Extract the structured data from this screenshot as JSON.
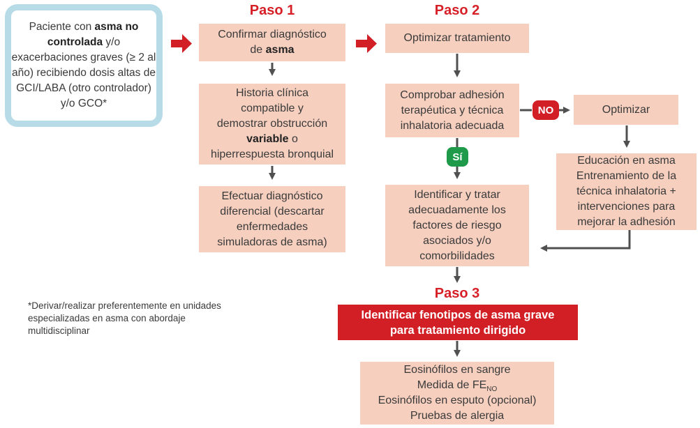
{
  "patient": {
    "lines": [
      [
        "Paciente con ",
        "asma no"
      ],
      [
        "controlada",
        " y/o"
      ],
      [
        "exacerbaciones graves"
      ],
      [
        "(≥ 2 al año) recibiendo"
      ],
      [
        "dosis altas de GCI/LABA"
      ],
      [
        "(otro controlador) y/o"
      ],
      [
        "GCO*"
      ]
    ]
  },
  "steps": {
    "s1": "Paso 1",
    "s2": "Paso 2",
    "s3": "Paso 3"
  },
  "col1": {
    "confirm": {
      "pre": "Confirmar diagnóstico",
      "de": "de ",
      "bold": "asma"
    },
    "history": {
      "l1": "Historia clínica",
      "l2": "compatible y",
      "l3": "demostrar obstrucción",
      "bold": "variable",
      "l4tail": " o",
      "l5": "hiperrespuesta bronquial"
    },
    "differential": [
      "Efectuar diagnóstico",
      "diferencial (descartar",
      "enfermedades",
      "simuladoras de asma)"
    ]
  },
  "col2": {
    "optimize": "Optimizar tratamiento",
    "adherence": [
      "Comprobar adhesión",
      "terapéutica y técnica",
      "inhalatoria adecuada"
    ],
    "risk": [
      "Identificar y tratar",
      "adecuadamente los",
      "factores de riesgo",
      "asociados y/o",
      "comorbilidades"
    ]
  },
  "badges": {
    "no": "NO",
    "yes": "Sí"
  },
  "col3": {
    "optimizar": "Optimizar",
    "education": [
      "Educación en asma",
      "Entrenamiento de la",
      "técnica inhalatoria +",
      "intervenciones para",
      "mejorar la adhesión"
    ]
  },
  "phenotype": [
    "Identificar fenotipos de asma grave",
    "para tratamiento dirigido"
  ],
  "tests": {
    "l1": "Eosinófilos en sangre",
    "l2_pre": "Medida de FE",
    "l2_sub": "NO",
    "l3": "Eosinófilos en esputo (opcional)",
    "l4": "Pruebas de alergia"
  },
  "footnote": [
    "*Derivar/realizar preferentemente en",
    "unidades especializadas en asma con",
    "abordaje multidisciplinar"
  ],
  "colors": {
    "box": "#f6cfbf",
    "accent_red": "#d21f26",
    "badge_green": "#1f9a4a",
    "patient_border": "#b7dbe7",
    "arrow_gray": "#505050"
  }
}
